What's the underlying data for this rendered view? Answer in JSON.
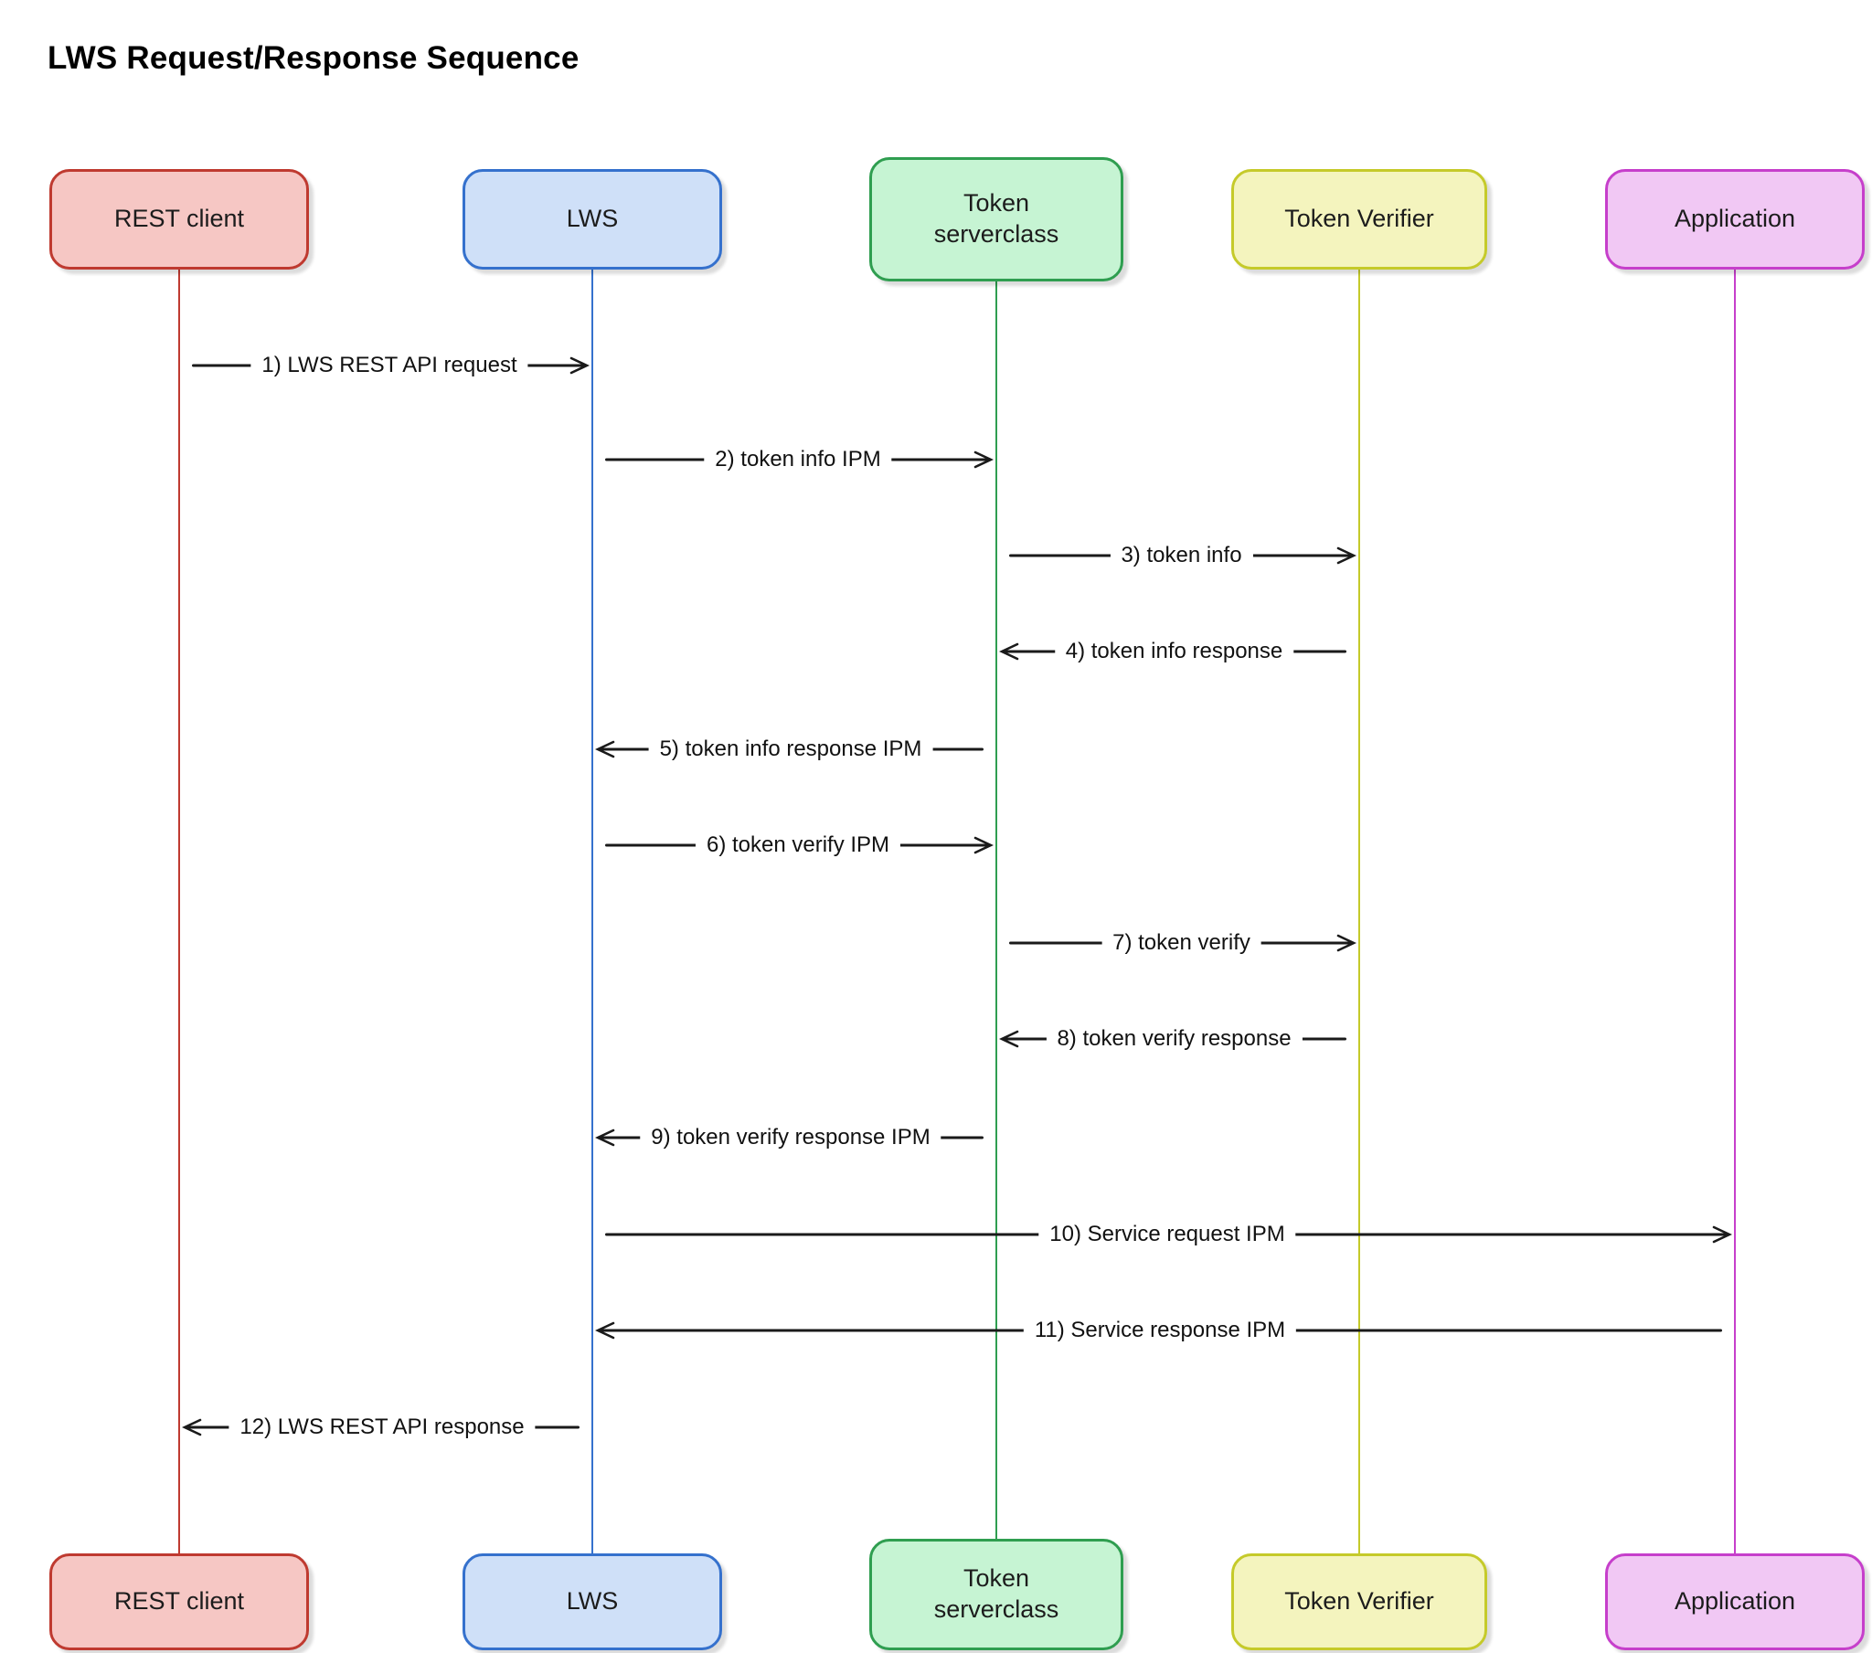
{
  "title": "LWS Request/Response Sequence",
  "actors": [
    {
      "id": "rest-client",
      "name": "REST client",
      "fill": "#f6c7c4",
      "border": "#bf3a30"
    },
    {
      "id": "lws",
      "name": "LWS",
      "fill": "#cfe0f8",
      "border": "#3571cd"
    },
    {
      "id": "token-serverclass",
      "name": "Token serverclass",
      "fill": "#c6f4d3",
      "border": "#2f9e50"
    },
    {
      "id": "token-verifier",
      "name": "Token Verifier",
      "fill": "#f4f4be",
      "border": "#c5ca2a"
    },
    {
      "id": "application",
      "name": "Application",
      "fill": "#f1c8f4",
      "border": "#c63fcb"
    }
  ],
  "messages": [
    {
      "num": 1,
      "label": "1) LWS REST API request",
      "from": "rest-client",
      "to": "lws",
      "direction": "right"
    },
    {
      "num": 2,
      "label": "2) token info IPM",
      "from": "lws",
      "to": "token-serverclass",
      "direction": "right"
    },
    {
      "num": 3,
      "label": "3) token info",
      "from": "token-serverclass",
      "to": "token-verifier",
      "direction": "right"
    },
    {
      "num": 4,
      "label": "4) token info response",
      "from": "token-verifier",
      "to": "token-serverclass",
      "direction": "left"
    },
    {
      "num": 5,
      "label": "5) token info response IPM",
      "from": "token-serverclass",
      "to": "lws",
      "direction": "left"
    },
    {
      "num": 6,
      "label": "6) token verify IPM",
      "from": "lws",
      "to": "token-serverclass",
      "direction": "right"
    },
    {
      "num": 7,
      "label": "7) token verify",
      "from": "token-serverclass",
      "to": "token-verifier",
      "direction": "right"
    },
    {
      "num": 8,
      "label": "8) token verify response",
      "from": "token-verifier",
      "to": "token-serverclass",
      "direction": "left"
    },
    {
      "num": 9,
      "label": "9) token verify response IPM",
      "from": "token-serverclass",
      "to": "lws",
      "direction": "left"
    },
    {
      "num": 10,
      "label": "10) Service request IPM",
      "from": "lws",
      "to": "application",
      "direction": "right"
    },
    {
      "num": 11,
      "label": "11) Service response IPM",
      "from": "application",
      "to": "lws",
      "direction": "left"
    },
    {
      "num": 12,
      "label": "12) LWS REST API response",
      "from": "lws",
      "to": "rest-client",
      "direction": "left"
    }
  ]
}
